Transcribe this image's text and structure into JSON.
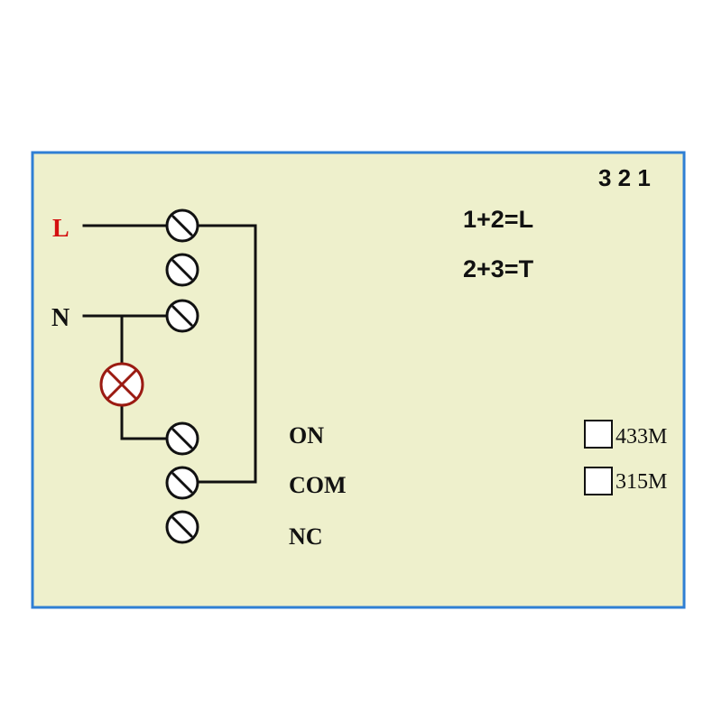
{
  "colors": {
    "board_fill": "#eef0cc",
    "board_border": "#2f7fd4",
    "wire": "#111111",
    "lamp": "#9b1b12",
    "label_L": "#d41010"
  },
  "labels": {
    "L": "L",
    "N": "N",
    "ON": "ON",
    "COM": "COM",
    "NC": "NC",
    "pins": "3 2 1",
    "code1": "1+2=L",
    "code2": "2+3=T",
    "freq433": "433M",
    "freq315": "315M"
  },
  "icons": {
    "terminal": "screw-terminal-icon",
    "lamp": "lamp-icon",
    "checkbox": "checkbox-icon"
  }
}
